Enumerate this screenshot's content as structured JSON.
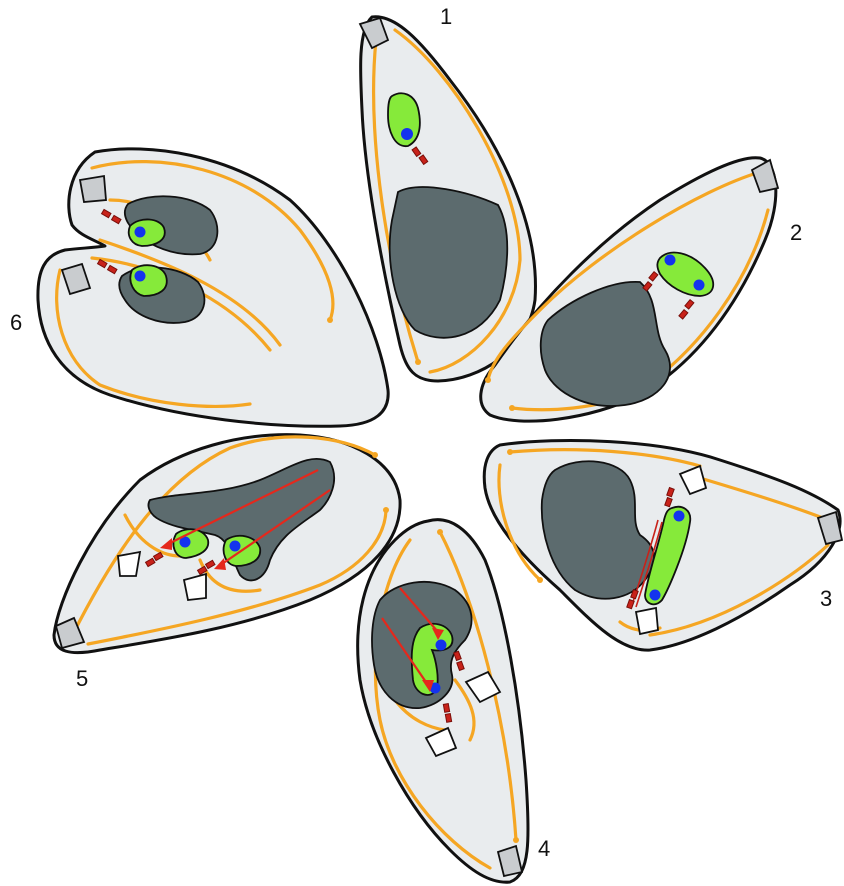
{
  "figure": {
    "labels": [
      "1",
      "2",
      "3",
      "4",
      "5",
      "6"
    ]
  },
  "colors": {
    "cell_fill": "#e9ecee",
    "microtubule": "#f5a623",
    "vacuole": "#5c6b6e",
    "nucleus": "#86ea3a",
    "nucleolus": "#1433ee",
    "centrin": "#c8221a",
    "arrow": "#e5281c"
  }
}
